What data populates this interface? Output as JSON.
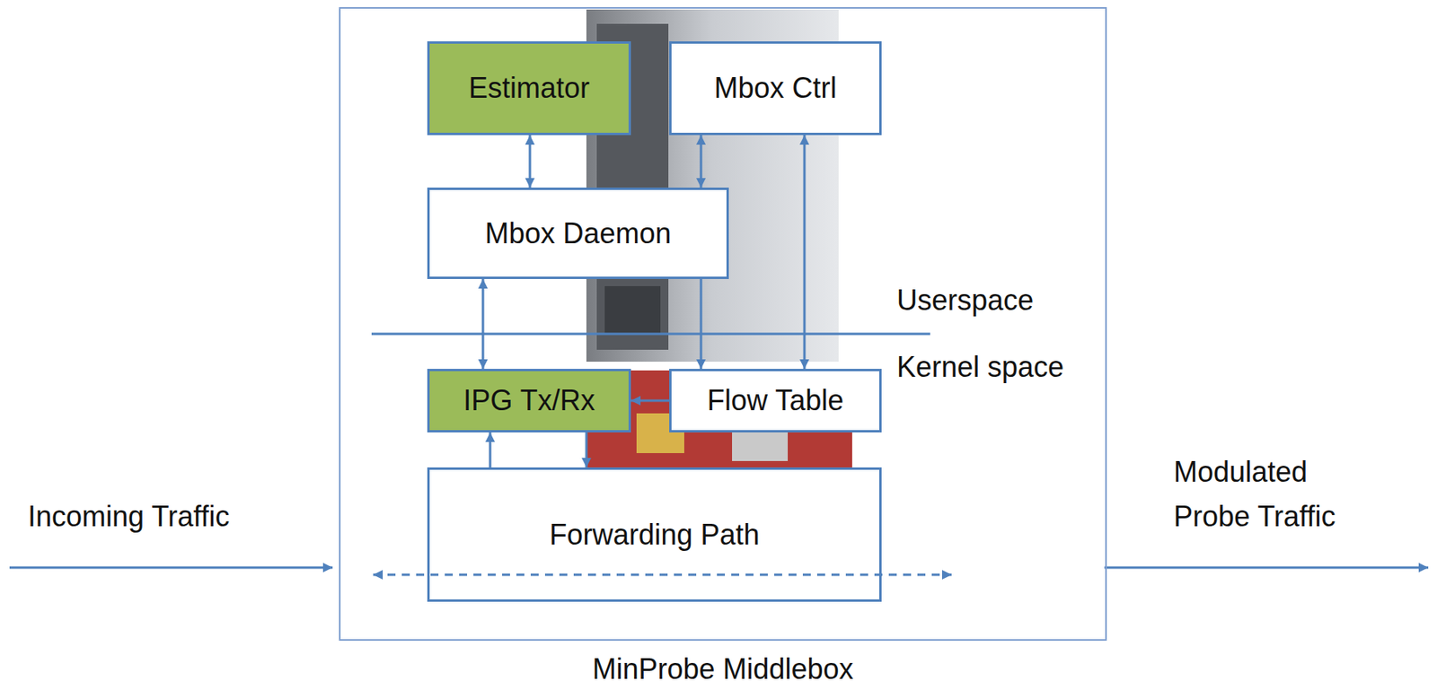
{
  "diagram": {
    "nodes": [
      {
        "text": [
          "MinProbe Middlebox"
        ]
      },
      {
        "text": [
          "Estimator"
        ],
        "in": 0
      },
      {
        "text": [
          "Mbox Ctrl"
        ],
        "in": 0
      },
      {
        "text": [
          "Mbox Daemon"
        ],
        "in": 0
      },
      {
        "text": [
          "IPG Tx/Rx"
        ],
        "in": 0
      },
      {
        "text": [
          "Flow Table"
        ],
        "in": 0
      },
      {
        "text": [
          "Forwarding Path"
        ],
        "in": 0
      }
    ],
    "edges": [
      {
        "from": 1,
        "to": 3,
        "arrow": "both"
      },
      {
        "from": 2,
        "to": 3,
        "arrow": "both"
      },
      {
        "from": 3,
        "to": 5,
        "arrow": "to"
      },
      {
        "from": 2,
        "to": 5,
        "arrow": "both"
      },
      {
        "from": 3,
        "to": 4,
        "arrow": "both"
      },
      {
        "from": 5,
        "to": 4,
        "arrow": "to"
      },
      {
        "from": 6,
        "to": 4,
        "arrow": "to"
      },
      {
        "from": 4,
        "to": 6,
        "arrow": "to"
      }
    ],
    "labels": [
      "Userspace",
      "Kernel space",
      "Incoming Traffic",
      "Modulated Probe Traffic"
    ]
  }
}
